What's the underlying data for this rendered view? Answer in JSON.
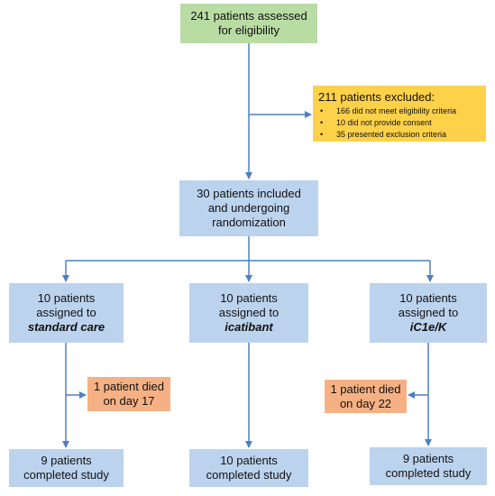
{
  "nodes": {
    "assessed": {
      "line1": "241 patients assessed",
      "line2": "for eligibility"
    },
    "excluded": {
      "head": "211 patients excluded:",
      "items": [
        "166 did not meet eligibility criteria",
        "10 did not provide consent",
        "35 presented exclusion criteria"
      ]
    },
    "included": {
      "line1": "30 patients included",
      "line2": "and undergoing",
      "line3": "randomization"
    },
    "standard_care": {
      "line1": "10 patients",
      "line2": "assigned to",
      "line3": "standard care"
    },
    "icatibant": {
      "line1": "10 patients",
      "line2": "assigned to",
      "line3": "icatibant"
    },
    "ic1ek": {
      "line1": "10 patients",
      "line2": "assigned to",
      "line3": "iC1e/K"
    },
    "died_standard": {
      "line1": "1 patient died",
      "line2": "on day 17"
    },
    "died_ic1ek": {
      "line1": "1 patient died",
      "line2": "on day 22"
    },
    "completed_standard": {
      "line1": "9 patients",
      "line2": "completed study"
    },
    "completed_icatibant": {
      "line1": "10 patients",
      "line2": "completed study"
    },
    "completed_ic1ek": {
      "line1": "9 patients",
      "line2": "completed study"
    }
  },
  "colors": {
    "arrow": "#4f7fc0",
    "green": "#b9dca4",
    "blue": "#bcd3ee",
    "yellow": "#fdd149",
    "orange": "#f5b184"
  }
}
